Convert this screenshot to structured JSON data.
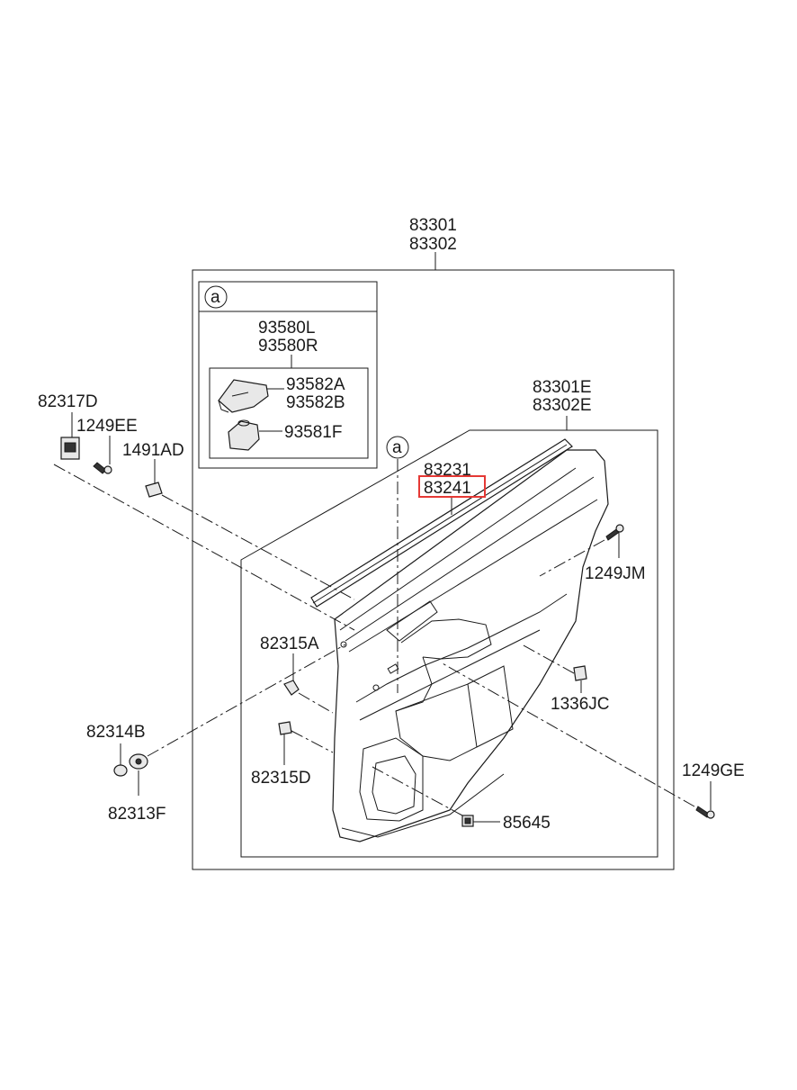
{
  "labels": {
    "assembly_1": "83301",
    "assembly_2": "83302",
    "ref_a_box": "a",
    "ref_a_callout": "a",
    "switch_l": "93580L",
    "switch_r": "93580R",
    "switch_cover_a": "93582A",
    "switch_cover_b": "93582B",
    "switch_unit": "93581F",
    "panel_e": "83301E",
    "panel_e2": "83302E",
    "weatherstrip_1": "83231",
    "weatherstrip_2": "83241",
    "clip_82317d": "82317D",
    "screw_1249ee": "1249EE",
    "clip_1491ad": "1491AD",
    "screw_1249jm": "1249JM",
    "clip_82315a": "82315A",
    "nut_1336jc": "1336JC",
    "cap_82314b": "82314B",
    "clip_82315d": "82315D",
    "screw_1249ge": "1249GE",
    "grommet_82313f": "82313F",
    "clip_85645": "85645"
  },
  "highlight": {
    "target": "83241",
    "color": "#e53935"
  }
}
